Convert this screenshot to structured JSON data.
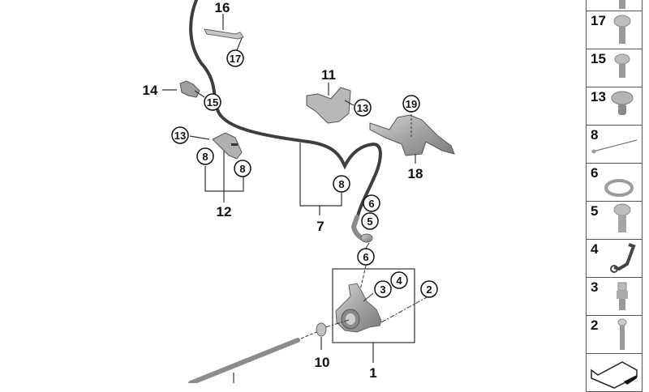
{
  "diagram": {
    "title_labels": {
      "p1": "1",
      "p7": "7",
      "p10": "10",
      "p11": "11",
      "p12": "12",
      "p14": "14",
      "p16": "16",
      "p18": "18"
    },
    "callouts": {
      "c17": "17",
      "c15": "15",
      "c13a": "13",
      "c13b": "13",
      "c8a": "8",
      "c8b": "8",
      "c8c": "8",
      "c19": "19",
      "c6a": "6",
      "c5": "5",
      "c6b": "6",
      "c3": "3",
      "c4": "4",
      "c2": "2"
    }
  },
  "sidebar": {
    "items": [
      {
        "label": "",
        "icon": "bolt-icon"
      },
      {
        "label": "17",
        "icon": "torx-bolt-icon"
      },
      {
        "label": "15",
        "icon": "torx-bolt-short-icon"
      },
      {
        "label": "13",
        "icon": "expanding-rivet-icon"
      },
      {
        "label": "8",
        "icon": "cable-tie-icon"
      },
      {
        "label": "6",
        "icon": "seal-ring-icon"
      },
      {
        "label": "5",
        "icon": "banjo-bolt-icon"
      },
      {
        "label": "4",
        "icon": "dust-cap-icon"
      },
      {
        "label": "3",
        "icon": "bleeder-screw-icon"
      },
      {
        "label": "2",
        "icon": "bolt-icon"
      },
      {
        "label": "",
        "icon": "part-set-icon"
      }
    ]
  },
  "colors": {
    "line": "#333333",
    "hose": "#4a4a4a",
    "part": "#a8a8a8",
    "part_dark": "#6e6e6e"
  }
}
